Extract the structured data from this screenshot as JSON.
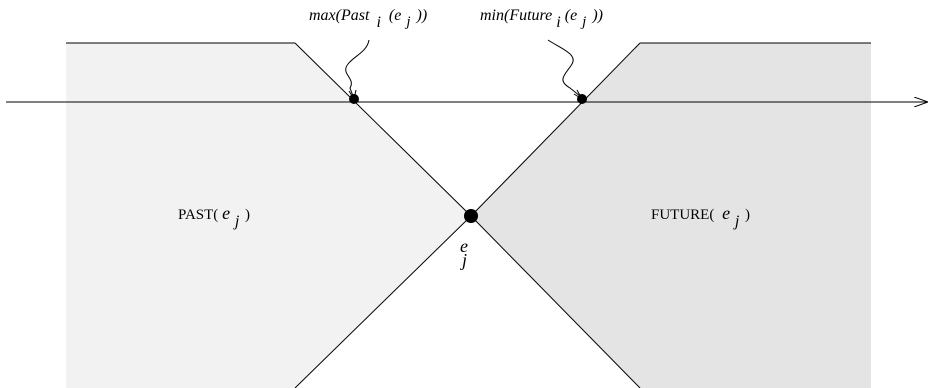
{
  "colors": {
    "past_region": "#f2f2f2",
    "future_region": "#e4e4e4",
    "line": "#000000",
    "background": "#ffffff"
  },
  "labels": {
    "past_max": {
      "head": "max(Past",
      "sub_i": "i",
      "open": "(e",
      "sub_j": "j",
      "close": "))"
    },
    "future_min": {
      "head": "min(Future",
      "sub_i": "i",
      "open": "(e",
      "sub_j": "j",
      "close": "))"
    },
    "past_region": {
      "text": "PAST(",
      "var": "e",
      "sub": "j",
      "close": ")"
    },
    "future_region": {
      "text": "FUTURE(",
      "var": "e",
      "sub": "j",
      "close": ")"
    },
    "event": {
      "var": "e",
      "sub": "j"
    }
  }
}
